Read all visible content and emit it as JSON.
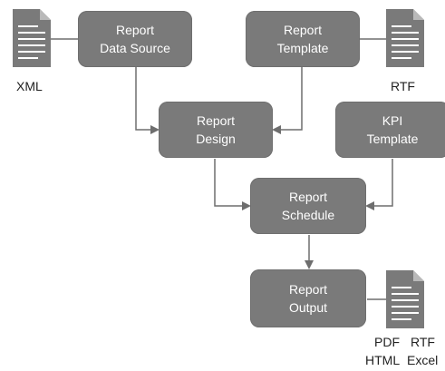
{
  "nodes": {
    "data_source": {
      "line1": "Report",
      "line2": "Data Source"
    },
    "template": {
      "line1": "Report",
      "line2": "Template"
    },
    "design": {
      "line1": "Report",
      "line2": "Design"
    },
    "kpi": {
      "line1": "KPI",
      "line2": "Template"
    },
    "schedule": {
      "line1": "Report",
      "line2": "Schedule"
    },
    "output": {
      "line1": "Report",
      "line2": "Output"
    }
  },
  "files": {
    "xml": "XML",
    "rtf": "RTF",
    "outputs": {
      "pdf": "PDF",
      "rtf": "RTF",
      "html": "HTML",
      "excel": "Excel"
    }
  },
  "colors": {
    "node_fill": "#7a7a7a",
    "node_text": "#ffffff",
    "line": "#6e6e6e",
    "doc_fill": "#7a7a7a"
  }
}
